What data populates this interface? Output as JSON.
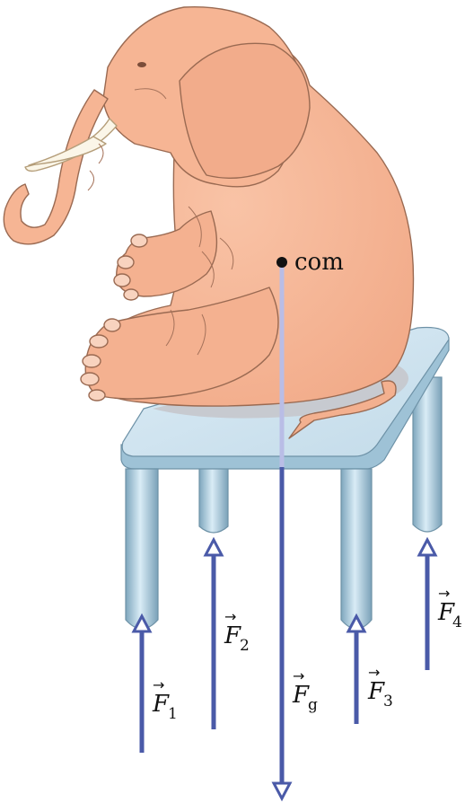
{
  "com_label": "com",
  "forces": {
    "f1": {
      "symbol": "F",
      "sub": "1"
    },
    "f2": {
      "symbol": "F",
      "sub": "2"
    },
    "f3": {
      "symbol": "F",
      "sub": "3"
    },
    "f4": {
      "symbol": "F",
      "sub": "4"
    },
    "fg": {
      "symbol": "F",
      "sub": "g"
    }
  },
  "vector_mark": "→",
  "colors": {
    "arrow": "#4a5aa8",
    "stool_top": "#cfe3ef",
    "stool_edge": "#8eb6cc",
    "leg": "#9fc1d4",
    "elephant": "#f6b594",
    "elephant_line": "#9a6a52",
    "shadow": "#c9c9cc",
    "tusk": "#fbf6e8",
    "com_line": "#b9bde6"
  }
}
